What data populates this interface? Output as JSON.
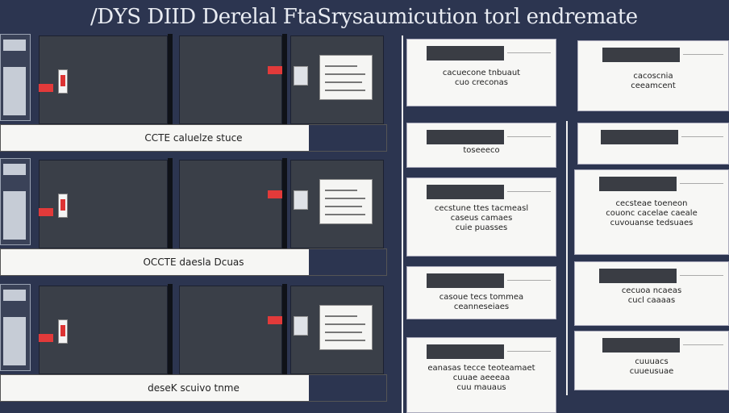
{
  "title": "/DYS DIID Derelal FtaSrysaumicution torl endremate",
  "rows": [
    {
      "bar_label": "CCTE  caluelze  stuce"
    },
    {
      "bar_label": "OCCTE  daesla  Dcuas"
    },
    {
      "bar_label": "deseK  scuivo  tnme"
    }
  ],
  "cards": [
    {
      "lines": [
        "cacuecone tnbuaut",
        "cuo creconas"
      ]
    },
    {
      "lines": [
        "cacoscnia",
        "ceeamcent"
      ]
    },
    {
      "lines": [
        "toseeeco"
      ]
    },
    {
      "lines": [
        ""
      ]
    },
    {
      "lines": [
        "cecstune ttes tacmeasl",
        "caseus camaes",
        "cuie puasses"
      ]
    },
    {
      "lines": [
        "cecsteae toeneon",
        "couonc cacelae caeale",
        "cuvouanse tedsuaes"
      ]
    },
    {
      "lines": [
        "casoue tecs tommea",
        "ceanneseiaes"
      ]
    },
    {
      "lines": [
        "cecuoa ncaeas",
        "cucl caaaas"
      ]
    },
    {
      "lines": [
        "eanasas tecce teoteamaet",
        "cuuae aeeeaa",
        "cuu mauaus"
      ]
    },
    {
      "lines": [
        "cuuuacs",
        "cuueusuae"
      ]
    }
  ]
}
